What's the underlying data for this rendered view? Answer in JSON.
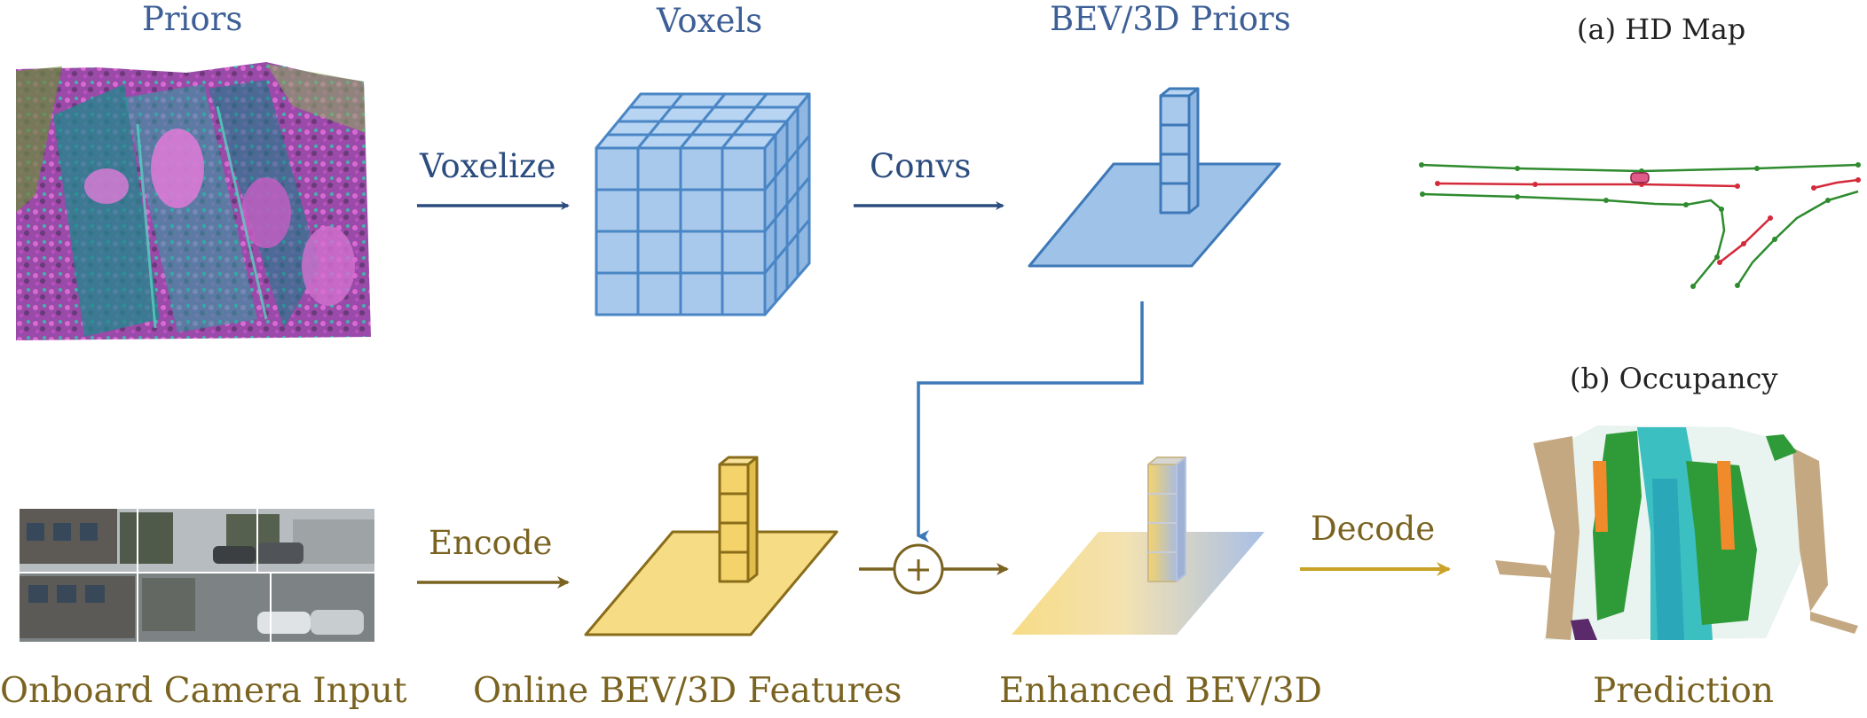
{
  "top_row": {
    "priors_title": "Priors",
    "voxels_title": "Voxels",
    "bev_priors_title": "BEV/3D Priors",
    "voxelize_label": "Voxelize",
    "convs_label": "Convs"
  },
  "bottom_row": {
    "camera_title": "Onboard Camera Input",
    "online_features_title": "Online BEV/3D Features",
    "enhanced_title": "Enhanced BEV/3D",
    "prediction_title": "Prediction",
    "encode_label": "Encode",
    "decode_label": "Decode",
    "fusion_symbol": "+"
  },
  "outputs": {
    "hd_map_label": "(a) HD Map",
    "occupancy_label": "(b) Occupancy"
  },
  "colors": {
    "prior_blue": "#2b4c7e",
    "cube_fill": "#a9c9ec",
    "cube_stroke": "#4a86c5",
    "feature_gold": "#f5d36b",
    "arrow_gold": "#7a6320",
    "decode_arrow": "#c9a227",
    "map_green": "#2e8b2e",
    "map_red": "#d42a3a"
  }
}
